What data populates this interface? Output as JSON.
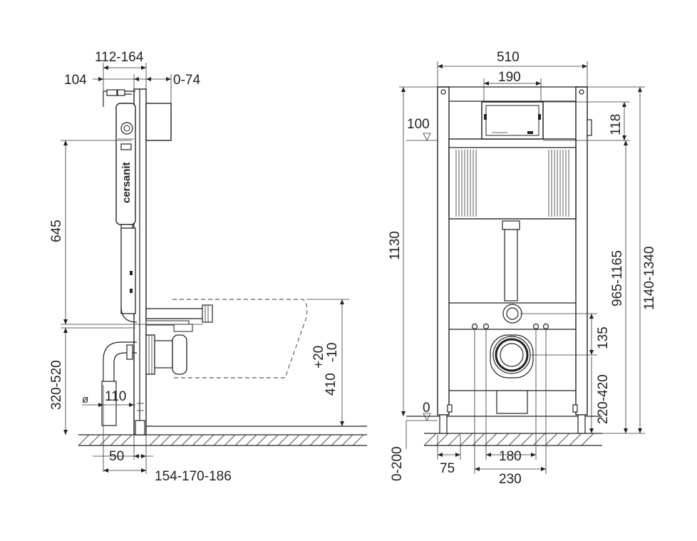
{
  "brand": "cersanit",
  "side_view": {
    "dimensions": {
      "top_range": "112-164",
      "top_left": "104",
      "top_right": "0-74",
      "height_645": "645",
      "height_320_520": "320-520",
      "pipe_label": "110",
      "pipe_symbol": "ø",
      "bottom_50": "50",
      "bottom_154": "154-170-186",
      "bowl_410": "410",
      "bowl_tol_plus": "+20",
      "bowl_tol_minus": "-10"
    }
  },
  "front_view": {
    "dimensions": {
      "width_510": "510",
      "width_190": "190",
      "level_100": "100",
      "height_118": "118",
      "height_1130": "1130",
      "height_965": "965-1165",
      "height_1140": "1140-1340",
      "height_135": "135",
      "height_220": "220-420",
      "level_0": "0",
      "bottom_0_200": "0-200",
      "bottom_75": "75",
      "bottom_180": "180",
      "bottom_230": "230"
    }
  }
}
